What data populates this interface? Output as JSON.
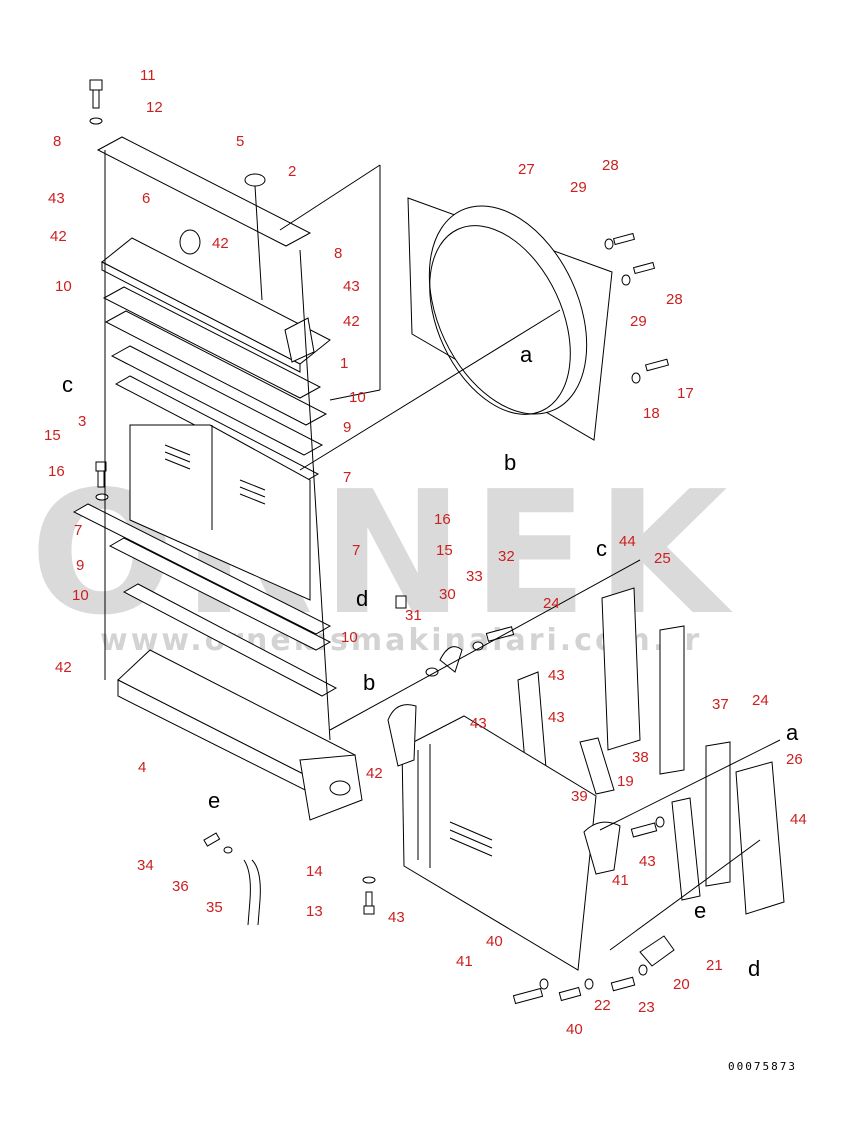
{
  "watermark": {
    "brand": "ORNEK",
    "url": "www.ornekismakinalari.com.tr",
    "color": "#bdbdbd"
  },
  "drawing_code": "00075873",
  "label_color": "#cc1f1f",
  "labels": [
    "11",
    "12",
    "8",
    "5",
    "2",
    "43",
    "6",
    "42",
    "42",
    "8",
    "10",
    "43",
    "42",
    "1",
    "10",
    "9",
    "3",
    "7",
    "15",
    "16",
    "7",
    "9",
    "10",
    "16",
    "15",
    "7",
    "42",
    "4",
    "10",
    "42",
    "34",
    "36",
    "35",
    "14",
    "13",
    "27",
    "28",
    "29",
    "28",
    "29",
    "17",
    "18",
    "31",
    "30",
    "33",
    "32",
    "44",
    "25",
    "24",
    "43",
    "43",
    "43",
    "39",
    "19",
    "38",
    "43",
    "37",
    "24",
    "26",
    "44",
    "43",
    "41",
    "40",
    "41",
    "40",
    "22",
    "23",
    "20",
    "21",
    "19"
  ],
  "view_arrows": [
    "a",
    "b",
    "c",
    "d",
    "e",
    "a",
    "b",
    "c",
    "d",
    "e"
  ]
}
